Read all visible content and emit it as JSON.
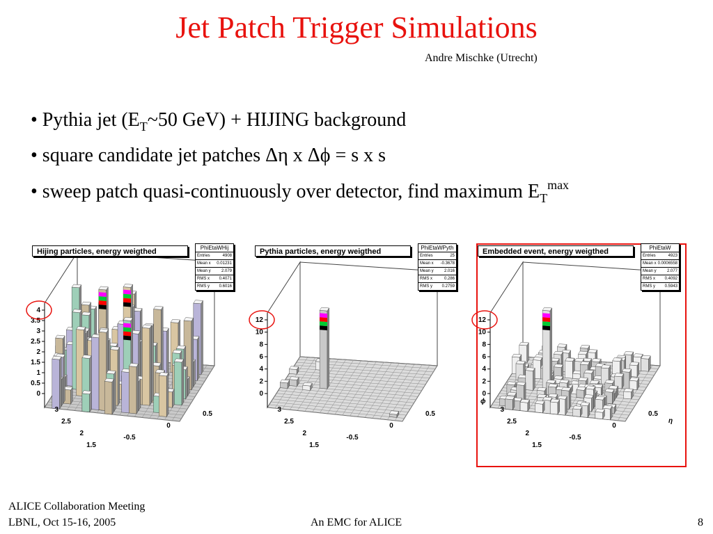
{
  "slide": {
    "title": "Jet Patch Trigger Simulations",
    "author": "Andre Mischke (Utrecht)",
    "bullets": {
      "b1": {
        "pre": "• Pythia jet (E",
        "sub": "T",
        "post": "~50 GeV) + HIJING background"
      },
      "b2": {
        "text": "• square candidate jet patches Δη x Δϕ = s x s"
      },
      "b3": {
        "pre": "• sweep patch quasi-continuously over detector, find maximum E",
        "sub": "T",
        "sup": "max"
      }
    },
    "footer": {
      "line1": "ALICE Collaboration Meeting",
      "line2": "LBNL, Oct 15-16, 2005",
      "center": "An EMC for ALICE",
      "page": "8"
    },
    "colors": {
      "title": "#e8120e",
      "highlight": "#e8120e"
    }
  },
  "panels": [
    {
      "title": "Hijing particles, energy weigthed",
      "stats": {
        "name": "PhiEtaWHij",
        "rows": [
          [
            "Entries",
            "4908"
          ],
          [
            "Mean x",
            "0.01231"
          ],
          [
            "Mean y",
            "2.079"
          ],
          [
            "RMS x",
            "0.4071"
          ],
          [
            "RMS y",
            "0.6016"
          ]
        ]
      },
      "z_ticks": [
        "0",
        "0.5",
        "1",
        "1.5",
        "2",
        "2.5",
        "3",
        "3.5",
        "4"
      ],
      "y_ticks": [
        "3",
        "2.5",
        "2",
        "1.5"
      ],
      "x_ticks": [
        "-0.5",
        "0",
        "0.5"
      ],
      "axis_labels": {
        "eta": "",
        "phi": ""
      }
    },
    {
      "title": "Pythia particles, energy weigthed",
      "stats": {
        "name": "PhiEtaWPyth",
        "rows": [
          [
            "Entries",
            "25"
          ],
          [
            "Mean x",
            "-0.3678"
          ],
          [
            "Mean y",
            "2.016"
          ],
          [
            "RMS x",
            "0.286"
          ],
          [
            "RMS y",
            "0.2759"
          ]
        ]
      },
      "z_ticks": [
        "0",
        "2",
        "4",
        "6",
        "8",
        "10",
        "12"
      ],
      "y_ticks": [
        "3",
        "2.5",
        "2",
        "1.5"
      ],
      "x_ticks": [
        "-0.5",
        "0",
        "0.5"
      ],
      "axis_labels": {
        "eta": "",
        "phi": ""
      }
    },
    {
      "title": "Embedded event, energy weigthed",
      "stats": {
        "name": "PhiEtaW",
        "rows": [
          [
            "Entries",
            "4923"
          ],
          [
            "Mean x",
            "0.0006558"
          ],
          [
            "Mean y",
            "2.077"
          ],
          [
            "RMS x",
            "0.4092"
          ],
          [
            "RMS y",
            "0.5943"
          ]
        ]
      },
      "z_ticks": [
        "0",
        "2",
        "4",
        "6",
        "8",
        "10",
        "12"
      ],
      "y_ticks": [
        "3",
        "2.5",
        "2",
        "1.5"
      ],
      "x_ticks": [
        "-0.5",
        "0",
        "0.5"
      ],
      "axis_labels": {
        "eta": "η",
        "phi": "ϕ"
      }
    }
  ]
}
